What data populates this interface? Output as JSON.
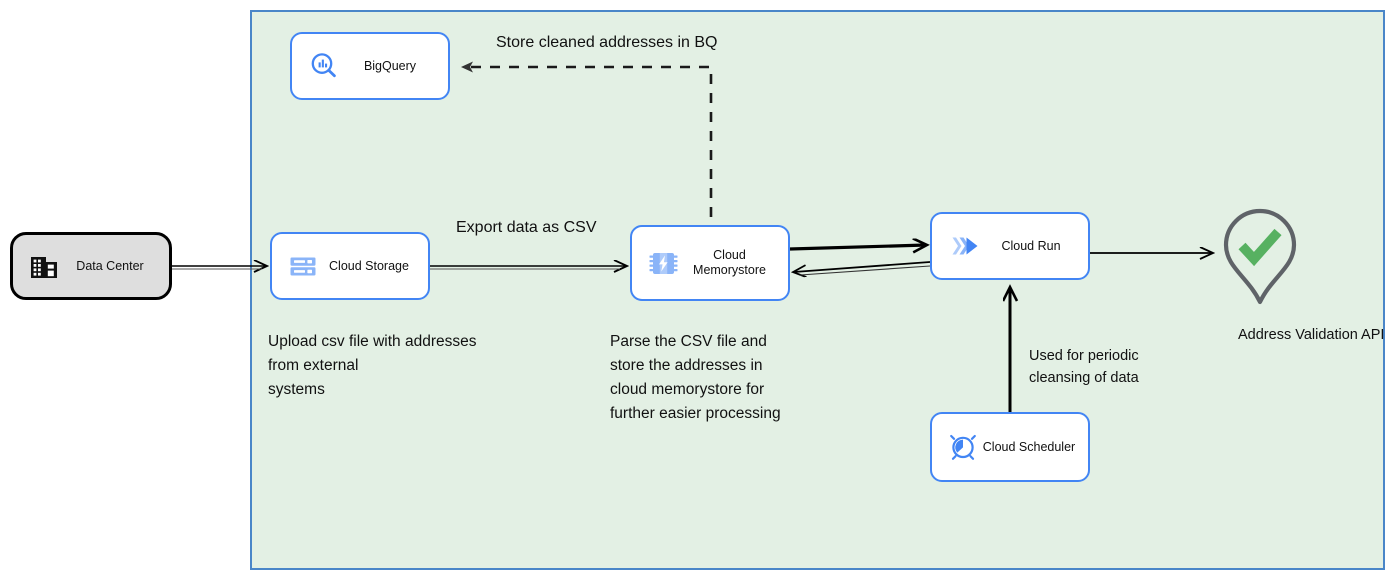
{
  "diagram": {
    "title": "Address cleansing pipeline on Google Cloud",
    "colors": {
      "cloud_boundary_fill": "#e3f0e4",
      "cloud_boundary_border": "#4a86c8",
      "node_border": "#4285f4",
      "node_fill": "#ffffff",
      "onprem_fill": "#dedede",
      "onprem_border": "#000000",
      "edge": "#000000",
      "check_green": "#57b161",
      "pin_gray": "#5f6368"
    }
  },
  "nodes": {
    "data_center": {
      "label": "Data Center",
      "icon": "office-building-icon"
    },
    "bigquery": {
      "label": "BigQuery",
      "icon": "bigquery-icon"
    },
    "cloud_storage": {
      "label": "Cloud Storage",
      "icon": "cloud-storage-icon"
    },
    "memorystore": {
      "label": "Cloud\nMemorystore",
      "icon": "cloud-memorystore-icon"
    },
    "cloud_run": {
      "label": "Cloud Run",
      "icon": "cloud-run-icon"
    },
    "cloud_scheduler": {
      "label": "Cloud Scheduler",
      "icon": "cloud-scheduler-icon"
    },
    "address_validation_api": {
      "label": "Address Validation\nAPI",
      "icon": "map-pin-check-icon"
    }
  },
  "annotations": {
    "store_in_bq": "Store cleaned addresses in BQ",
    "export_csv": "Export data as CSV",
    "upload_csv": "Upload csv file with addresses\nfrom external\nsystems",
    "parse_csv": "Parse the CSV file and\nstore the addresses in\ncloud  memorystore for\nfurther easier processing",
    "periodic_cleansing": "Used for periodic\ncleansing of data"
  },
  "edges": [
    {
      "name": "data-center-to-cloud-storage",
      "from": "data_center",
      "to": "cloud_storage",
      "style": "solid",
      "label": ""
    },
    {
      "name": "cloud-storage-to-memorystore",
      "from": "cloud_storage",
      "to": "memorystore",
      "style": "solid",
      "label": "Export data as CSV"
    },
    {
      "name": "memorystore-to-cloud-run",
      "from": "memorystore",
      "to": "cloud_run",
      "style": "solid",
      "label": ""
    },
    {
      "name": "cloud-run-to-memorystore",
      "from": "cloud_run",
      "to": "memorystore",
      "style": "solid",
      "label": ""
    },
    {
      "name": "cloud-run-to-address-validation-api",
      "from": "cloud_run",
      "to": "address_validation_api",
      "style": "solid",
      "label": ""
    },
    {
      "name": "memorystore-to-bigquery",
      "from": "memorystore",
      "to": "bigquery",
      "style": "dashed",
      "label": "Store cleaned addresses in BQ"
    },
    {
      "name": "cloud-scheduler-to-cloud-run",
      "from": "cloud_scheduler",
      "to": "cloud_run",
      "style": "solid",
      "label": "Used for periodic cleansing of data"
    }
  ]
}
